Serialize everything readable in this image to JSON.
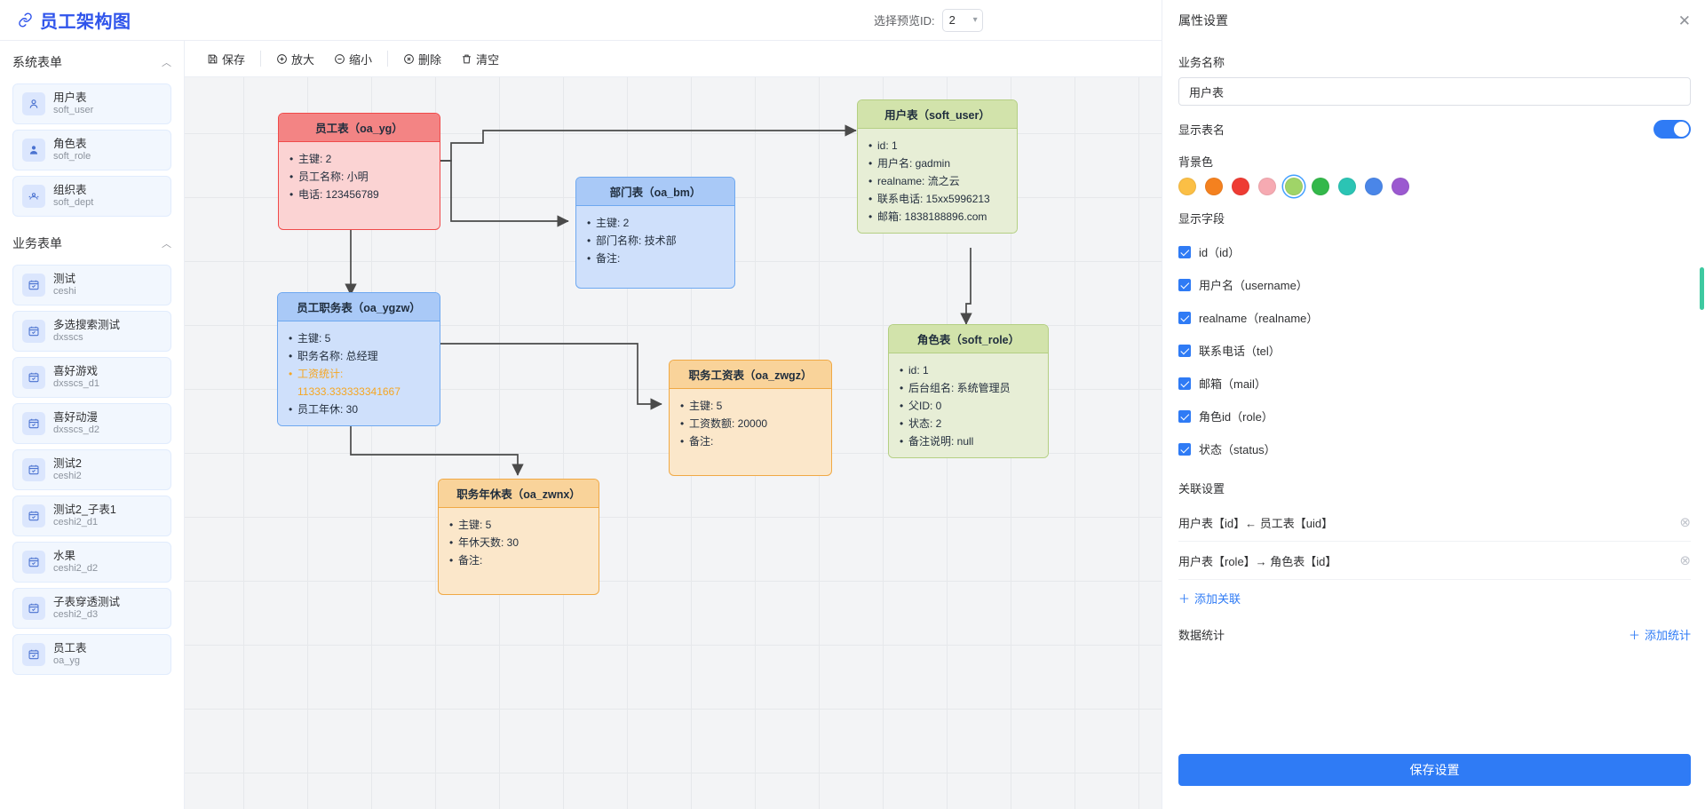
{
  "header": {
    "title": "员工架构图",
    "link_icon": "link-icon",
    "preview_label": "选择预览ID:",
    "preview_value": "2",
    "chevron_icon": "chevron-down-icon"
  },
  "panel_header": {
    "title": "属性设置",
    "close_icon": "close-icon"
  },
  "sidebar": {
    "groups": [
      {
        "title": "系统表单",
        "caret_icon": "chevron-up-icon",
        "items": [
          {
            "name": "用户表",
            "code": "soft_user",
            "icon": "user-outline-icon"
          },
          {
            "name": "角色表",
            "code": "soft_role",
            "icon": "user-solid-icon"
          },
          {
            "name": "组织表",
            "code": "soft_dept",
            "icon": "org-icon"
          }
        ]
      },
      {
        "title": "业务表单",
        "caret_icon": "chevron-up-icon",
        "items": [
          {
            "name": "测试",
            "code": "ceshi",
            "icon": "form-icon"
          },
          {
            "name": "多选搜索测试",
            "code": "dxsscs",
            "icon": "form-icon"
          },
          {
            "name": "喜好游戏",
            "code": "dxsscs_d1",
            "icon": "form-icon"
          },
          {
            "name": "喜好动漫",
            "code": "dxsscs_d2",
            "icon": "form-icon"
          },
          {
            "name": "测试2",
            "code": "ceshi2",
            "icon": "form-icon"
          },
          {
            "name": "测试2_子表1",
            "code": "ceshi2_d1",
            "icon": "form-icon"
          },
          {
            "name": "水果",
            "code": "ceshi2_d2",
            "icon": "form-icon"
          },
          {
            "name": "子表穿透测试",
            "code": "ceshi2_d3",
            "icon": "form-icon"
          },
          {
            "name": "员工表",
            "code": "oa_yg",
            "icon": "form-icon"
          }
        ]
      }
    ]
  },
  "toolbar": {
    "buttons": [
      {
        "label": "保存",
        "icon": "save-icon"
      },
      {
        "label": "放大",
        "icon": "zoom-in-icon"
      },
      {
        "label": "缩小",
        "icon": "zoom-out-icon"
      },
      {
        "label": "删除",
        "icon": "delete-circle-icon"
      },
      {
        "label": "清空",
        "icon": "trash-icon"
      }
    ]
  },
  "diagram": {
    "nodes": [
      {
        "id": "oa_yg",
        "title": "员工表（oa_yg）",
        "color": "red",
        "rows": [
          {
            "text": "主键: 2"
          },
          {
            "text": "员工名称: 小明"
          },
          {
            "text": "电话: 123456789"
          }
        ]
      },
      {
        "id": "oa_bm",
        "title": "部门表（oa_bm）",
        "color": "blue",
        "rows": [
          {
            "text": "主键: 2"
          },
          {
            "text": "部门名称: 技术部"
          },
          {
            "text": "备注:"
          }
        ]
      },
      {
        "id": "soft_user",
        "title": "用户表（soft_user）",
        "color": "green",
        "rows": [
          {
            "text": "id: 1"
          },
          {
            "text": "用户名: gadmin"
          },
          {
            "text": "realname: 流之云"
          },
          {
            "text": "联系电话: 15xx5996213"
          },
          {
            "text": "邮箱: 1838188896.com"
          }
        ]
      },
      {
        "id": "oa_ygzw",
        "title": "员工职务表（oa_ygzw）",
        "color": "blue",
        "rows": [
          {
            "text": "主键: 5"
          },
          {
            "text": "职务名称: 总经理"
          },
          {
            "text": "工资统计:",
            "style": "highlight"
          },
          {
            "text": "11333.333333341667",
            "style": "highlight-cont"
          },
          {
            "text": "员工年休: 30"
          }
        ]
      },
      {
        "id": "oa_zwgz",
        "title": "职务工资表（oa_zwgz）",
        "color": "orange",
        "rows": [
          {
            "text": "主键: 5"
          },
          {
            "text": "工资数额: 20000"
          },
          {
            "text": "备注:"
          }
        ]
      },
      {
        "id": "soft_role",
        "title": "角色表（soft_role）",
        "color": "green",
        "rows": [
          {
            "text": "id: 1"
          },
          {
            "text": "后台组名: 系统管理员"
          },
          {
            "text": "父ID: 0"
          },
          {
            "text": "状态: 2"
          },
          {
            "text": "备注说明: null"
          }
        ]
      },
      {
        "id": "oa_zwnx",
        "title": "职务年休表（oa_zwnx）",
        "color": "orange",
        "rows": [
          {
            "text": "主键: 5"
          },
          {
            "text": "年休天数: 30"
          },
          {
            "text": "备注:"
          }
        ]
      }
    ]
  },
  "properties": {
    "business_name_label": "业务名称",
    "business_name_value": "用户表",
    "show_table_name_label": "显示表名",
    "show_table_name_on": true,
    "bg_color_label": "背景色",
    "colors": [
      {
        "hex": "#fbbf45",
        "selected": false
      },
      {
        "hex": "#f4811f",
        "selected": false
      },
      {
        "hex": "#ee3b33",
        "selected": false
      },
      {
        "hex": "#f6aab2",
        "selected": false
      },
      {
        "hex": "#a0d468",
        "selected": true
      },
      {
        "hex": "#33b84a",
        "selected": false
      },
      {
        "hex": "#2bc4b4",
        "selected": false
      },
      {
        "hex": "#4a86e8",
        "selected": false
      },
      {
        "hex": "#9b59d0",
        "selected": false
      }
    ],
    "fields_label": "显示字段",
    "fields": [
      {
        "label": "id（id）",
        "checked": true
      },
      {
        "label": "用户名（username）",
        "checked": true
      },
      {
        "label": "realname（realname）",
        "checked": true
      },
      {
        "label": "联系电话（tel）",
        "checked": true
      },
      {
        "label": "邮箱（mail）",
        "checked": true
      },
      {
        "label": "角色id（role）",
        "checked": true
      },
      {
        "label": "状态（status）",
        "checked": true
      }
    ],
    "relations_label": "关联设置",
    "relations": [
      {
        "text": "用户表【id】← 员工表【uid】",
        "delete_icon": "close-circle-icon"
      },
      {
        "text": "用户表【role】→ 角色表【id】",
        "delete_icon": "close-circle-icon"
      }
    ],
    "add_relation_label": "添加关联",
    "add_relation_icon": "plus-icon",
    "stats_label": "数据统计",
    "add_stats_label": "添加统计",
    "add_stats_icon": "plus-icon",
    "save_label": "保存设置"
  }
}
